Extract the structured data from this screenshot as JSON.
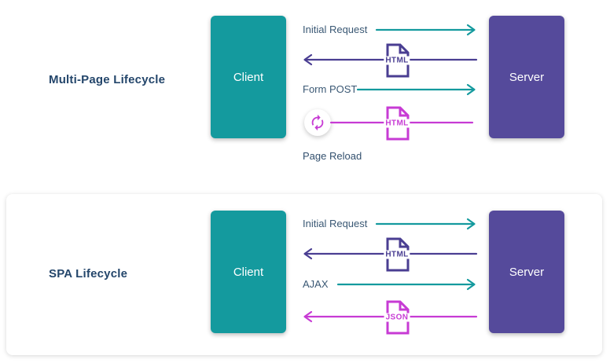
{
  "colors": {
    "client_teal": "#149a9e",
    "server_purple": "#554a9b",
    "arrow_teal": "#149a9e",
    "arrow_purple": "#4a3e92",
    "arrow_magenta": "#c73bd4",
    "title_navy": "#24466b",
    "label_navy": "#3a5874"
  },
  "sections": [
    {
      "title": "Multi-Page Lifecycle",
      "client": "Client",
      "server": "Server",
      "rows": [
        {
          "label": "Initial Request"
        },
        {
          "doc": "HTML"
        },
        {
          "label": "Form POST"
        },
        {
          "doc": "HTML"
        }
      ],
      "reload_caption": "Page Reload"
    },
    {
      "title": "SPA Lifecycle",
      "client": "Client",
      "server": "Server",
      "rows": [
        {
          "label": "Initial Request"
        },
        {
          "doc": "HTML"
        },
        {
          "label": "AJAX"
        },
        {
          "doc": "JSON"
        }
      ]
    }
  ]
}
